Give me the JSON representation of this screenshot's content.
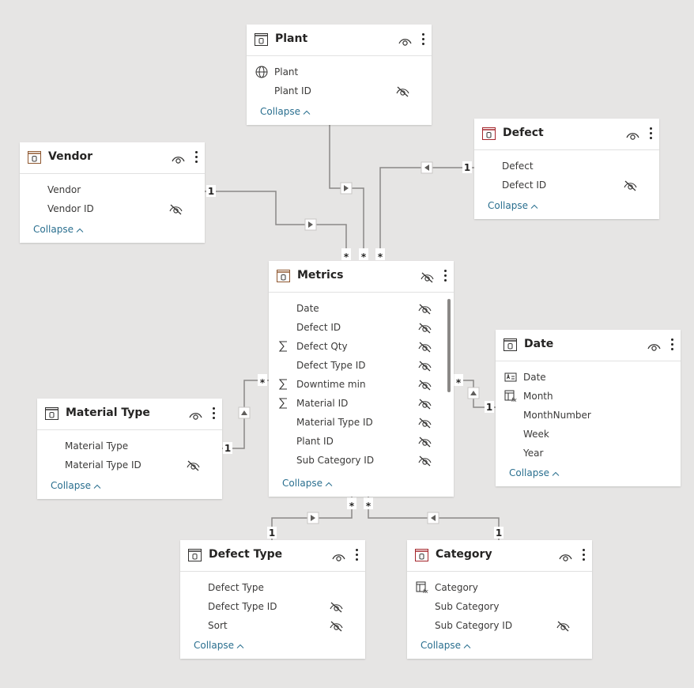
{
  "tables": [
    {
      "key": "plant",
      "title": "Plant",
      "icon_color": "#323130",
      "header_hidden": false,
      "columns": [
        {
          "name": "Plant",
          "icon": "globe-icon",
          "hidden": false
        },
        {
          "name": "Plant ID",
          "icon": "",
          "hidden": true
        }
      ],
      "collapse": "Collapse"
    },
    {
      "key": "defect",
      "title": "Defect",
      "icon_color": "#a4262c",
      "header_hidden": false,
      "columns": [
        {
          "name": "Defect",
          "icon": "",
          "hidden": false
        },
        {
          "name": "Defect ID",
          "icon": "",
          "hidden": true
        }
      ],
      "collapse": "Collapse"
    },
    {
      "key": "vendor",
      "title": "Vendor",
      "icon_color": "#8e562e",
      "header_hidden": false,
      "columns": [
        {
          "name": "Vendor",
          "icon": "",
          "hidden": false
        },
        {
          "name": "Vendor ID",
          "icon": "",
          "hidden": true
        }
      ],
      "collapse": "Collapse"
    },
    {
      "key": "metrics",
      "title": "Metrics",
      "icon_color": "#8e562e",
      "header_hidden": true,
      "scrollbar": true,
      "columns": [
        {
          "name": "Date",
          "icon": "",
          "hidden": true
        },
        {
          "name": "Defect ID",
          "icon": "",
          "hidden": true
        },
        {
          "name": "Defect Qty",
          "icon": "sigma-icon",
          "hidden": true
        },
        {
          "name": "Defect Type ID",
          "icon": "",
          "hidden": true
        },
        {
          "name": "Downtime min",
          "icon": "sigma-icon",
          "hidden": true
        },
        {
          "name": "Material ID",
          "icon": "sigma-icon",
          "hidden": true
        },
        {
          "name": "Material Type ID",
          "icon": "",
          "hidden": true
        },
        {
          "name": "Plant ID",
          "icon": "",
          "hidden": true
        },
        {
          "name": "Sub Category ID",
          "icon": "",
          "hidden": true
        }
      ],
      "collapse": "Collapse"
    },
    {
      "key": "date",
      "title": "Date",
      "icon_color": "#323130",
      "header_hidden": false,
      "columns": [
        {
          "name": "Date",
          "icon": "text-field-icon",
          "hidden": false
        },
        {
          "name": "Month",
          "icon": "calculated-column-icon",
          "hidden": false
        },
        {
          "name": "MonthNumber",
          "icon": "",
          "hidden": false
        },
        {
          "name": "Week",
          "icon": "",
          "hidden": false
        },
        {
          "name": "Year",
          "icon": "",
          "hidden": false
        }
      ],
      "collapse": "Collapse"
    },
    {
      "key": "materialtype",
      "title": "Material Type",
      "icon_color": "#323130",
      "header_hidden": false,
      "columns": [
        {
          "name": "Material Type",
          "icon": "",
          "hidden": false
        },
        {
          "name": "Material Type ID",
          "icon": "",
          "hidden": true
        }
      ],
      "collapse": "Collapse"
    },
    {
      "key": "defecttype",
      "title": "Defect Type",
      "icon_color": "#323130",
      "header_hidden": false,
      "columns": [
        {
          "name": "Defect Type",
          "icon": "",
          "hidden": false
        },
        {
          "name": "Defect Type ID",
          "icon": "",
          "hidden": true
        },
        {
          "name": "Sort",
          "icon": "",
          "hidden": true
        }
      ],
      "collapse": "Collapse"
    },
    {
      "key": "category",
      "title": "Category",
      "icon_color": "#a4262c",
      "header_hidden": false,
      "columns": [
        {
          "name": "Category",
          "icon": "calculated-column-icon",
          "hidden": false
        },
        {
          "name": "Sub Category",
          "icon": "",
          "hidden": false
        },
        {
          "name": "Sub Category ID",
          "icon": "",
          "hidden": true
        }
      ],
      "collapse": "Collapse"
    }
  ],
  "relationships": {
    "one": "1",
    "many": "*"
  }
}
